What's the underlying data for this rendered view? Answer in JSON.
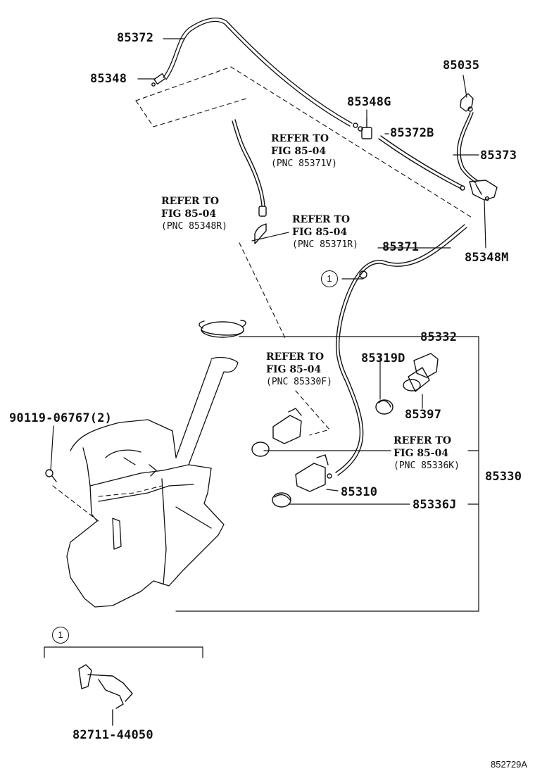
{
  "labels": {
    "p85372": "85372",
    "p85348": "85348",
    "p85035": "85035",
    "p85348G": "85348G",
    "p85372B": "85372B",
    "p85373": "85373",
    "p85348M": "85348M",
    "p85371": "85371",
    "p85332": "85332",
    "p85319D": "85319D",
    "p85397": "85397",
    "p90119": "90119-06767(2)",
    "p85330": "85330",
    "p85310": "85310",
    "p85336J": "85336J",
    "p82711": "82711-44050"
  },
  "references": [
    {
      "line1": "REFER TO",
      "line2": "FIG 85-04",
      "pnc": "(PNC 85371V)"
    },
    {
      "line1": "REFER TO",
      "line2": "FIG 85-04",
      "pnc": "(PNC 85348R)"
    },
    {
      "line1": "REFER TO",
      "line2": "FIG 85-04",
      "pnc": "(PNC 85371R)"
    },
    {
      "line1": "REFER TO",
      "line2": "FIG 85-04",
      "pnc": "(PNC 85330F)"
    },
    {
      "line1": "REFER TO",
      "line2": "FIG 85-04",
      "pnc": "(PNC 85336K)"
    }
  ],
  "callout_marker": "1",
  "figure_code": "852729A"
}
